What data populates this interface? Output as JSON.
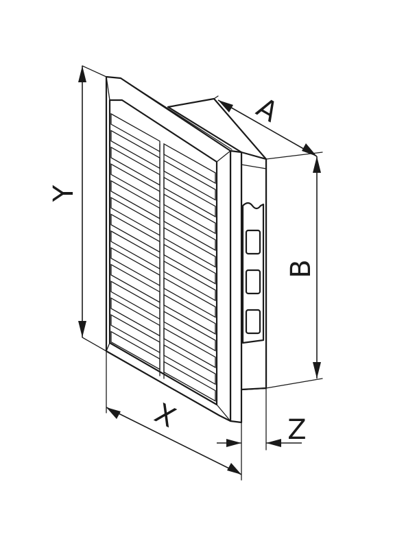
{
  "labels": {
    "A": "A",
    "B": "B",
    "X": "X",
    "Y": "Y",
    "Z": "Z"
  },
  "grille": {
    "slat_rows": 14,
    "window_count": 3
  }
}
